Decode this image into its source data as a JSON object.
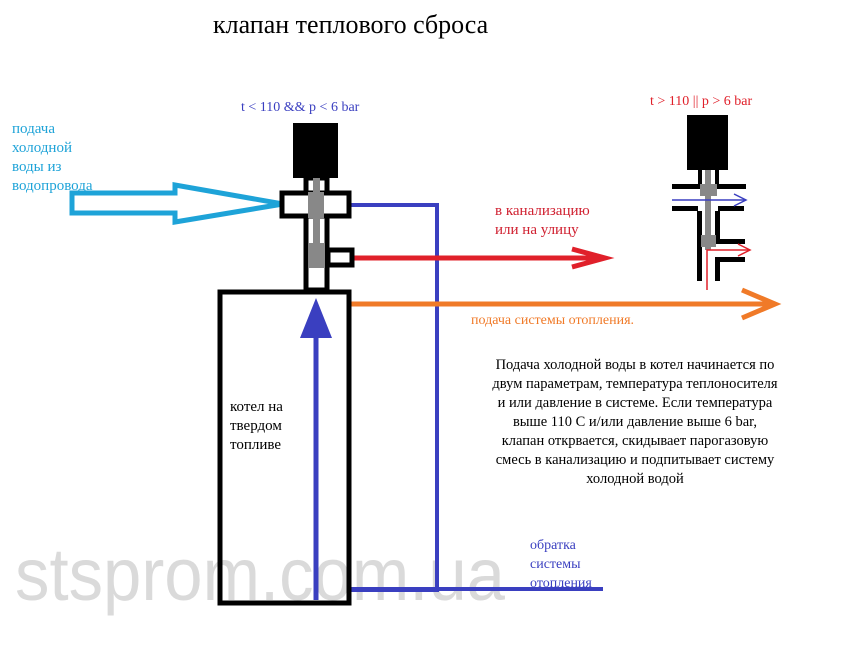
{
  "title": "клапан теплового сброса",
  "colors": {
    "cold": "#1ea3d8",
    "blue": "#3a3fc0",
    "red": "#e0202a",
    "orange": "#f07a28",
    "watermark": "#d8d8d8"
  },
  "labels": {
    "cold_water": "подача\nхолодной\nводы из\nводопровода",
    "closed_state": "t < 110 && p < 6 bar",
    "open_state": "t > 110 || p > 6 bar",
    "drain": "в канализацию\nили на улицу",
    "heating_supply": "подача системы отопления.",
    "boiler": "котел на\nтвердом\nтопливе",
    "return": "обратка\nсистемы\nотопления",
    "description": "Подача холодной воды в котел начинается по\nдвум параметрам, температура теплоносителя\nи или давление в системе. Если температура\nвыше 110 С и/или давление выше 6 bar,\nклапан открвается, скидывает парогазовую\nсмесь в канализацию и подпитывает систему\nхолодной водой",
    "watermark": "stsprom.com.ua"
  }
}
